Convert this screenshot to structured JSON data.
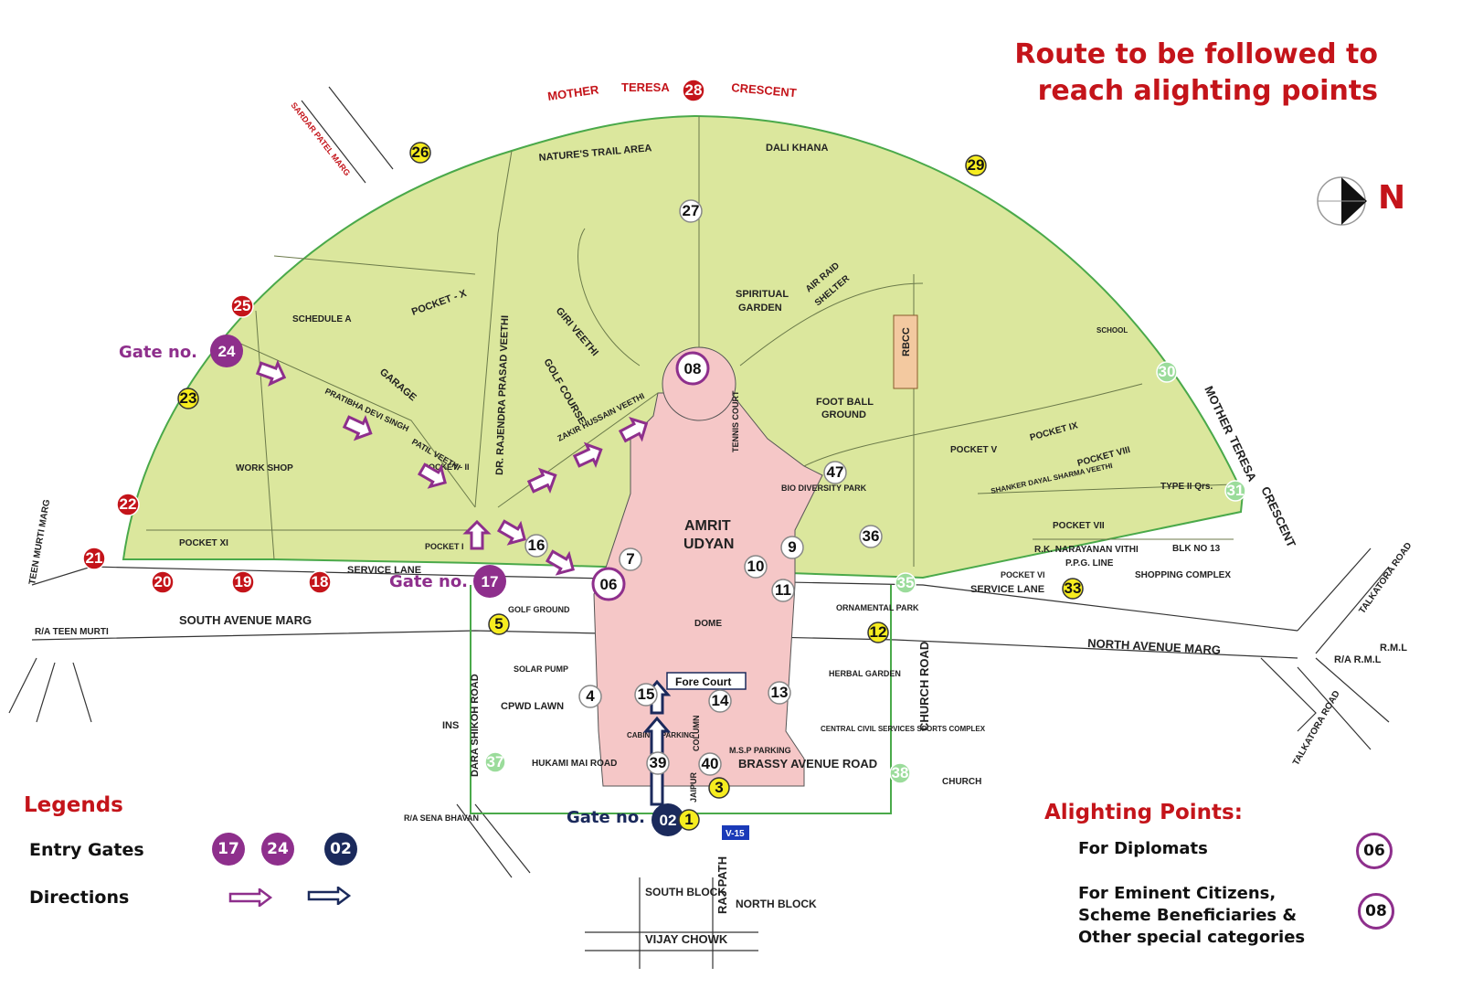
{
  "title": {
    "line1": "Route to be followed to",
    "line2": "reach alighting points"
  },
  "compass": {
    "label": "N"
  },
  "map": {
    "outer_road": {
      "arc_top": [
        "MOTHER",
        "TERESA",
        "CRESCENT"
      ],
      "right": [
        "MOTHER",
        "TERESA",
        "CRESCENT"
      ]
    },
    "roads": {
      "sardar_patel": "SARDAR PATEL MARG",
      "teen_murti": "TEEN MURTI MARG",
      "south_avenue": "SOUTH AVENUE MARG",
      "north_avenue": "NORTH AVENUE MARG",
      "service_lane_left": "SERVICE LANE",
      "service_lane_right": "SERVICE LANE",
      "dara_shikoh": "DARA SHIKOH ROAD",
      "church_road": "CHURCH ROAD",
      "brassy": "BRASSY AVENUE ROAD",
      "hukami_mai": "HUKAMI MAI ROAD",
      "talkatora": "TALKATORA ROAD",
      "raj_path": "RAJ PATH",
      "vijay_chowk": "VIJAY CHOWK",
      "rajendra_prasad": "DR. RAJENDRA PRASAD VEETHI",
      "zakir_hussain": "ZAKIR HUSSAIN VEETHI",
      "pratibha_devi": "PRATIBHA DEVI SINGH",
      "patil_veethi": "PATIL VEETHI",
      "giri_veethi": "GIRI VEETHI",
      "rk_narayanan": "R.K. NARAYANAN VITHI",
      "shanker_dayal": "SHANKER DAYAL SHARMA VEETHI"
    },
    "areas": {
      "natures_trail": "NATURE'S TRAIL AREA",
      "dali_khana": "DALI KHANA",
      "spiritual": "SPIRITUAL",
      "garden": "GARDEN",
      "air_raid": "AIR RAID",
      "shelter": "SHELTER",
      "football": "FOOT BALL",
      "ground": "GROUND",
      "rbcc": "RBCC",
      "pocket_x": "POCKET - X",
      "garage": "GARAGE",
      "schedule_a": "SCHEDULE A",
      "workshop": "WORK SHOP",
      "pocket_xi": "POCKET XI",
      "pocket_ii": "POCKET - II",
      "pocket_i": "POCKET I",
      "golf_course": "GOLF COURSE",
      "pocket_ix": "POCKET IX",
      "pocket_viii": "POCKET VIII",
      "pocket_v": "POCKET V",
      "pocket_vii": "POCKET VII",
      "pocket_vi": "POCKET VI",
      "type_ii": "TYPE II Qrs.",
      "blk_13": "BLK NO 13",
      "ppg_line": "P.P.G. LINE",
      "shopping": "SHOPPING  COMPLEX",
      "school": "SCHOOL",
      "amrit": "AMRIT",
      "udyan": "UDYAN",
      "dome": "DOME",
      "fore_court": "Fore Court",
      "tennis_court": "TENNIS COURT",
      "bio_diversity": "BIO DIVERSITY PARK",
      "ornamental": "ORNAMENTAL PARK",
      "herbal": "HERBAL GARDEN",
      "civil_services": "CENTRAL CIVIL SERVICES SPORTS COMPLEX",
      "cpwd_lawn": "CPWD  LAWN",
      "solar_pump": "SOLAR PUMP",
      "golf_ground": "GOLF GROUND",
      "ins": "INS",
      "church": "CHURCH",
      "cabinet_parking": "CABINET PARKING",
      "msp_parking": "M.S.P PARKING",
      "south_block": "SOUTH BLOCK",
      "north_block": "NORTH BLOCK",
      "ra_teen_murti": "R/A TEEN MURTI",
      "ra_rml": "R/A R.M.L",
      "rml": "R.M.L",
      "ra_sena": "R/A SENA BHAVAN",
      "column": "COLUMN",
      "jaipur": "JAIPUR",
      "v15": "V-15"
    },
    "gate_markers": {
      "white": [
        "27",
        "16",
        "7",
        "10",
        "9",
        "11",
        "4",
        "15",
        "14",
        "13",
        "39",
        "40",
        "36",
        "47"
      ],
      "red": [
        "28",
        "25",
        "22",
        "21",
        "20",
        "19",
        "18"
      ],
      "yellow": [
        "26",
        "29",
        "23",
        "5",
        "12",
        "33",
        "3",
        "1"
      ],
      "green": [
        "30",
        "31",
        "35",
        "37",
        "38"
      ]
    },
    "gate_labels": {
      "g24": "Gate no.",
      "g17": "Gate no.",
      "g02": "Gate no."
    },
    "gates": {
      "g24": "24",
      "g17": "17",
      "g02": "02"
    },
    "alighting_markers": {
      "a06": "06",
      "a08": "08"
    }
  },
  "legend": {
    "title": "Legends",
    "entry_gates": "Entry Gates",
    "directions": "Directions",
    "gates": [
      "17",
      "24",
      "02"
    ],
    "colors": {
      "purple": "#8e2f8c",
      "navy": "#1b2a5c"
    }
  },
  "alighting_points": {
    "title": "Alighting Points:",
    "diplomats": "For Diplomats",
    "diplomats_num": "06",
    "eminent_1": "For Eminent Citizens,",
    "eminent_2": "Scheme Beneficiaries &",
    "eminent_3": "Other special categories",
    "eminent_num": "08"
  },
  "colors": {
    "green_area": "#dbe79d",
    "pink_area": "#f5c7c7",
    "road": "#ffffff",
    "boundary": "#4aa94a",
    "title_red": "#c4141a"
  }
}
